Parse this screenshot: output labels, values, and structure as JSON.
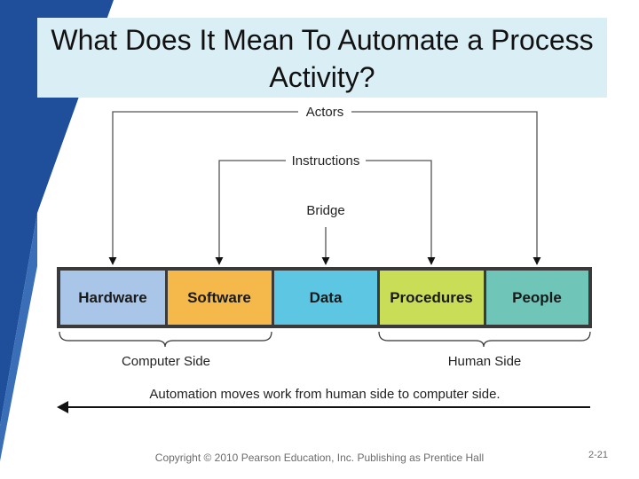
{
  "title": "What Does It Mean To Automate a Process Activity?",
  "diagram": {
    "labels": {
      "actors": "Actors",
      "instructions": "Instructions",
      "bridge": "Bridge",
      "computer_side": "Computer Side",
      "human_side": "Human Side",
      "automation_note": "Automation moves work from human side to computer side."
    },
    "components": [
      {
        "label": "Hardware",
        "color": "#a9c6e8"
      },
      {
        "label": "Software",
        "color": "#f4b84b"
      },
      {
        "label": "Data",
        "color": "#5cc6e3"
      },
      {
        "label": "Procedures",
        "color": "#c9dd57"
      },
      {
        "label": "People",
        "color": "#6ec5b8"
      }
    ]
  },
  "footer": {
    "copyright": "Copyright © 2010 Pearson Education, Inc. Publishing as Prentice Hall",
    "page_number": "2-21"
  },
  "colors": {
    "title_background": "#daeef5",
    "left_band": "#1f4e9a"
  }
}
